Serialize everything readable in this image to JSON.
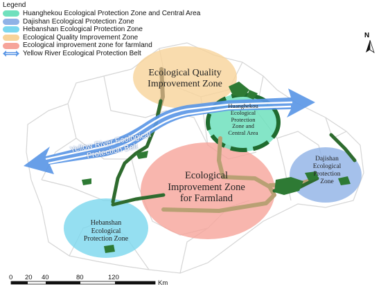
{
  "legend": {
    "title": "Legend",
    "items": [
      {
        "label": "Huanghekou Ecological Protection Zone and Central Area",
        "color": "#6fe0bd"
      },
      {
        "label": "Dajishan Ecological Protection Zone",
        "color": "#8fb2e6"
      },
      {
        "label": "Hebanshan Ecological Protection Zone",
        "color": "#7ad7ee"
      },
      {
        "label": "Ecological Quality Improvement Zone",
        "color": "#f7d39a"
      },
      {
        "label": "Ecological improvement zone for farmland",
        "color": "#f6a49a"
      },
      {
        "label": "Yellow River Ecological Protection Belt",
        "color": "#5b97e6"
      }
    ]
  },
  "zones": {
    "quality": {
      "line1": "Ecological Quality",
      "line2": "Improvement Zone",
      "color": "#f7d39a"
    },
    "huanghekou": {
      "line1": "Huanghekou",
      "line2": "Ecological",
      "line3": "Protection",
      "line4": "Zone and",
      "line5": "Central Area",
      "color": "#6fe0bd"
    },
    "farmland": {
      "line1": "Ecological",
      "line2": "Improvement Zone",
      "line3": "for Farmland",
      "color": "#f6a49a"
    },
    "dajishan": {
      "line1": "Dajishan",
      "line2": "Ecological",
      "line3": "Protection",
      "line4": "Zone",
      "color": "#8fb2e6"
    },
    "hebanshan": {
      "line1": "Hebanshan",
      "line2": "Ecological",
      "line3": "Protection Zone",
      "color": "#7ad7ee"
    }
  },
  "belt": {
    "line1": "Yellow River Ecological",
    "line2": "Protection Belt"
  },
  "north_arrow": {
    "label": "N"
  },
  "scale_bar": {
    "ticks": [
      "0",
      "20",
      "40",
      "80",
      "120"
    ],
    "unit": "Km"
  },
  "colors": {
    "corridor": "#2e6b2e",
    "road": "#b9a074",
    "boundary": "#d5d5d5"
  }
}
